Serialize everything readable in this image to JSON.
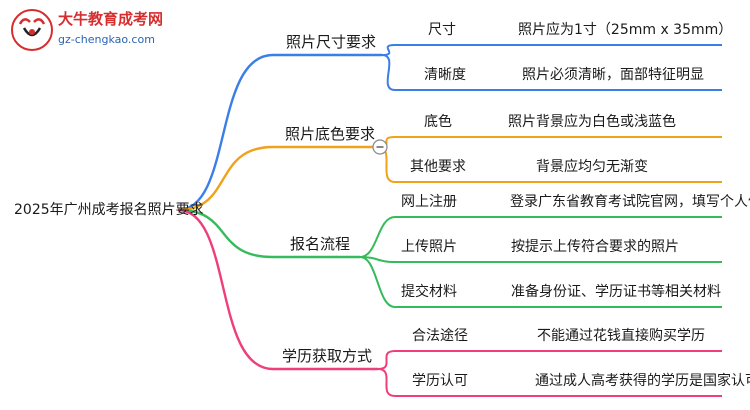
{
  "logo": {
    "name": "大牛教育成考网",
    "url": "gz-chengkao.com"
  },
  "root": "2025年广州成考报名照片要求",
  "colors": {
    "blue": "#3a7ee8",
    "orange": "#f0a21a",
    "green": "#35bb5b",
    "pink": "#ef3e7c"
  },
  "branches": [
    {
      "label": "照片尺寸要求",
      "leaves": [
        {
          "label": "尺寸",
          "desc": "照片应为1寸（25mm x 35mm）"
        },
        {
          "label": "清晰度",
          "desc": "照片必须清晰，面部特征明显"
        }
      ]
    },
    {
      "label": "照片底色要求",
      "leaves": [
        {
          "label": "底色",
          "desc": "照片背景应为白色或浅蓝色"
        },
        {
          "label": "其他要求",
          "desc": "背景应均匀无渐变"
        }
      ]
    },
    {
      "label": "报名流程",
      "leaves": [
        {
          "label": "网上注册",
          "desc": "登录广东省教育考试院官网，填写个人信息"
        },
        {
          "label": "上传照片",
          "desc": "按提示上传符合要求的照片"
        },
        {
          "label": "提交材料",
          "desc": "准备身份证、学历证书等相关材料"
        }
      ]
    },
    {
      "label": "学历获取方式",
      "leaves": [
        {
          "label": "合法途径",
          "desc": "不能通过花钱直接购买学历"
        },
        {
          "label": "学历认可",
          "desc": "通过成人高考获得的学历是国家认可的"
        }
      ]
    }
  ]
}
